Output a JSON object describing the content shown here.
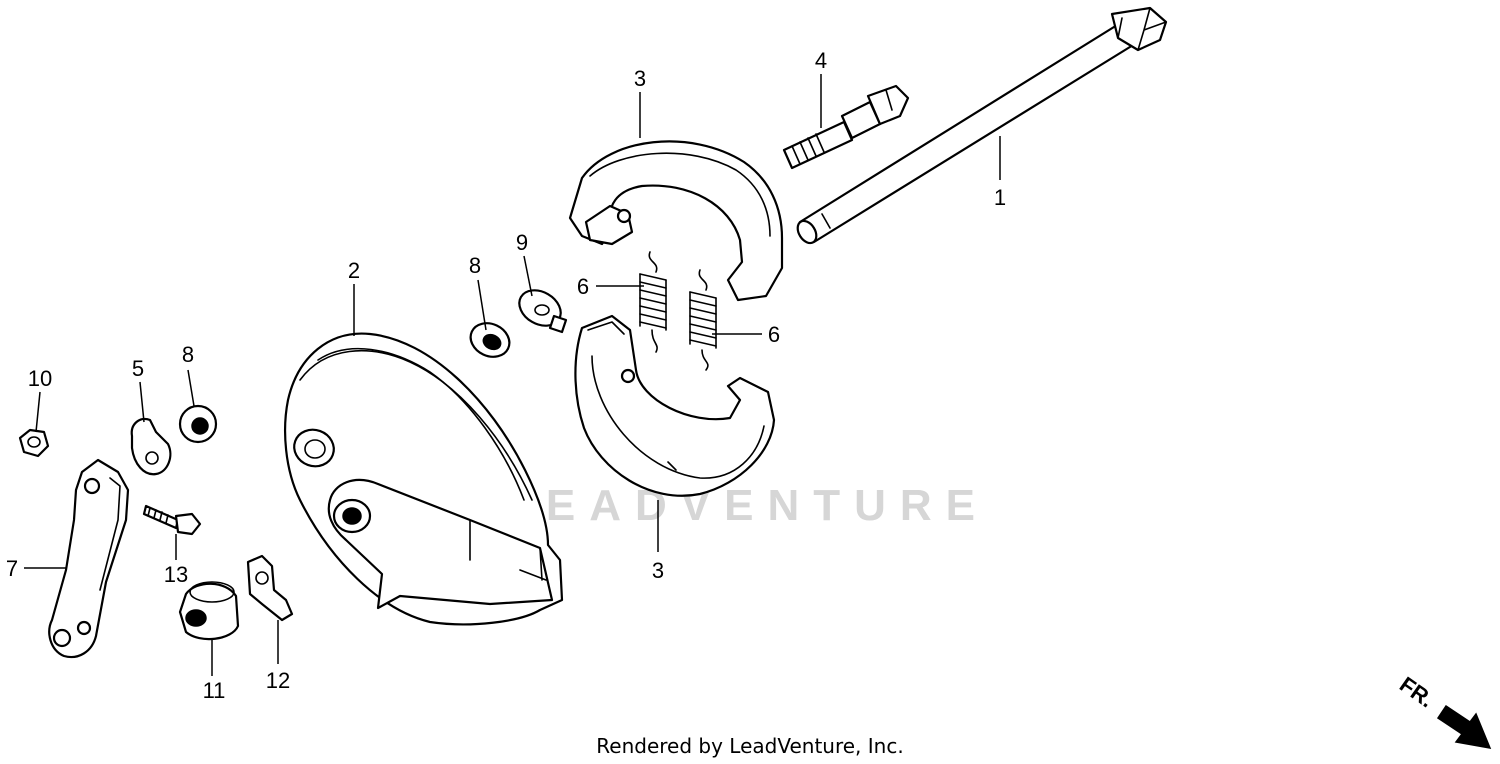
{
  "watermark": "LEADVENTURE",
  "footer": "Rendered by LeadVenture, Inc.",
  "direction_marker": "FR.",
  "callouts": {
    "axle": "1",
    "brake_panel": "2",
    "shoe_upper": "3",
    "shoe_lower": "3",
    "brake_cam": "4",
    "wear_indicator": "5",
    "spring_left": "6",
    "spring_right": "6",
    "seal_center": "8",
    "seal_left": "8",
    "washer": "9",
    "nut": "10",
    "collar": "11",
    "stopper": "12",
    "bolt": "13",
    "brake_arm": "7"
  }
}
